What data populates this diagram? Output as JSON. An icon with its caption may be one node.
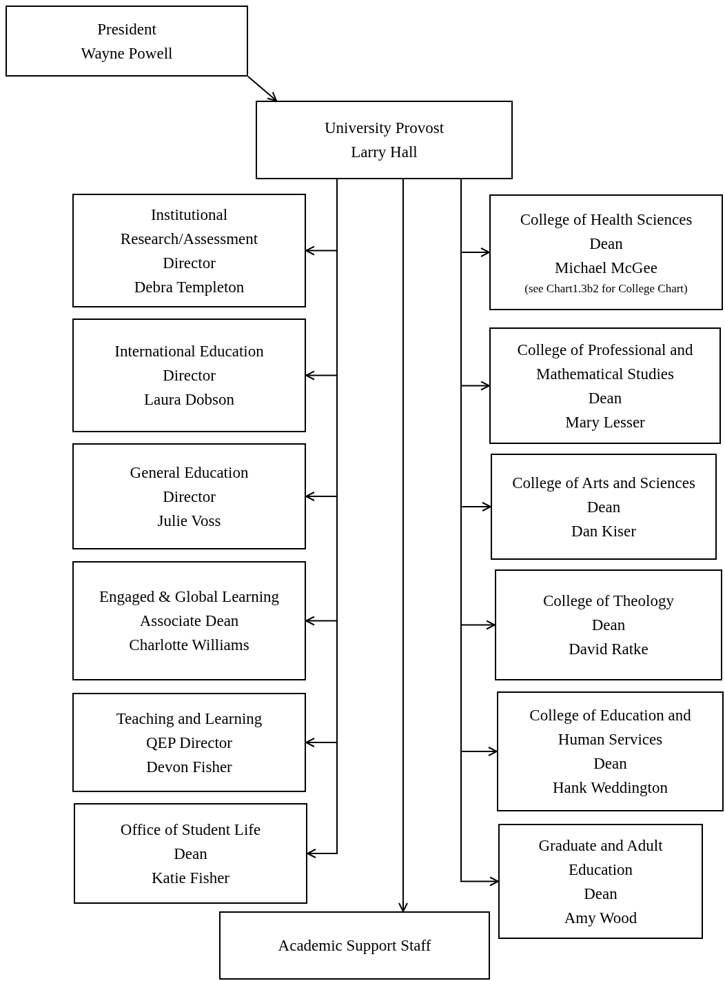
{
  "diagram": {
    "nodes": [
      {
        "text": [
          "President",
          "Wayne Powell"
        ]
      },
      {
        "text": [
          "University Provost",
          "Larry Hall"
        ]
      },
      {
        "text": [
          "Institutional Research/Assessment",
          "Director",
          "Debra Templeton"
        ]
      },
      {
        "text": [
          "International Education",
          "Director",
          "Laura Dobson"
        ]
      },
      {
        "text": [
          "General Education",
          "Director",
          "Julie Voss"
        ]
      },
      {
        "text": [
          "Engaged & Global Learning",
          "Associate Dean",
          "Charlotte Williams"
        ]
      },
      {
        "text": [
          "Teaching and Learning",
          "QEP Director",
          "Devon Fisher"
        ]
      },
      {
        "text": [
          "Office of Student Life",
          "Dean",
          "Katie Fisher"
        ]
      },
      {
        "text": [
          "College of Health Sciences",
          "Dean",
          "Michael McGee",
          "(see Chart1.3b2 for College Chart)"
        ]
      },
      {
        "text": [
          "College of Professional and Mathematical Studies",
          "Dean",
          "Mary Lesser"
        ]
      },
      {
        "text": [
          "College of Arts and Sciences",
          "Dean",
          "Dan Kiser"
        ]
      },
      {
        "text": [
          "College of Theology",
          "Dean",
          "David Ratke"
        ]
      },
      {
        "text": [
          "College of Education and Human Services",
          "Dean",
          "Hank Weddington"
        ]
      },
      {
        "text": [
          "Graduate and Adult Education",
          "Dean",
          "Amy Wood"
        ]
      },
      {
        "text": [
          "Academic Support Staff"
        ]
      }
    ],
    "edges": [
      {
        "from": 0,
        "to": 1,
        "arrow": "to"
      },
      {
        "from": 1,
        "to": 2,
        "arrow": "to"
      },
      {
        "from": 1,
        "to": 3,
        "arrow": "to"
      },
      {
        "from": 1,
        "to": 4,
        "arrow": "to"
      },
      {
        "from": 1,
        "to": 5,
        "arrow": "to"
      },
      {
        "from": 1,
        "to": 6,
        "arrow": "to"
      },
      {
        "from": 1,
        "to": 7,
        "arrow": "to"
      },
      {
        "from": 1,
        "to": 8,
        "arrow": "to"
      },
      {
        "from": 1,
        "to": 9,
        "arrow": "to"
      },
      {
        "from": 1,
        "to": 10,
        "arrow": "to"
      },
      {
        "from": 1,
        "to": 11,
        "arrow": "to"
      },
      {
        "from": 1,
        "to": 12,
        "arrow": "to"
      },
      {
        "from": 1,
        "to": 13,
        "arrow": "to"
      },
      {
        "from": 1,
        "to": 14,
        "arrow": "to"
      }
    ]
  }
}
